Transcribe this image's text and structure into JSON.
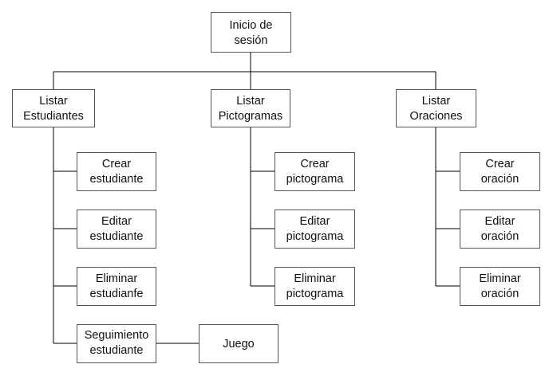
{
  "diagram": {
    "root": {
      "line1": "Inicio de",
      "line2": "sesión"
    },
    "students": {
      "parent": {
        "line1": "Listar",
        "line2": "Estudiantes"
      },
      "create": {
        "line1": "Crear",
        "line2": "estudiante"
      },
      "edit": {
        "line1": "Editar",
        "line2": "estudiante"
      },
      "delete": {
        "line1": "Eliminar",
        "line2": "estudianfe"
      },
      "tracking": {
        "line1": "Seguimiento",
        "line2": "estudiante"
      },
      "game": {
        "line1": "Juego"
      }
    },
    "pictograms": {
      "parent": {
        "line1": "Listar",
        "line2": "Pictogramas"
      },
      "create": {
        "line1": "Crear",
        "line2": "pictograma"
      },
      "edit": {
        "line1": "Editar",
        "line2": "pictograma"
      },
      "delete": {
        "line1": "Eliminar",
        "line2": "pictograma"
      }
    },
    "sentences": {
      "parent": {
        "line1": "Listar",
        "line2": "Oraciones"
      },
      "create": {
        "line1": "Crear",
        "line2": "oración"
      },
      "edit": {
        "line1": "Editar",
        "line2": "oración"
      },
      "delete": {
        "line1": "Eliminar",
        "line2": "oración"
      }
    }
  }
}
